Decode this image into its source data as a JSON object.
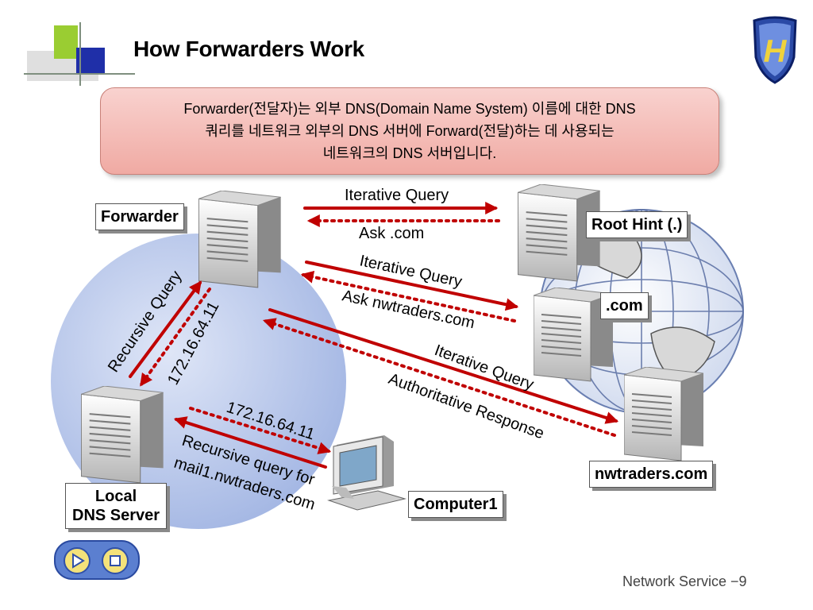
{
  "slide": {
    "title": "How Forwarders Work",
    "description": {
      "line1": "Forwarder(전달자)는 외부 DNS(Domain Name System) 이름에 대한 DNS",
      "line2": "쿼리를 네트워크 외부의 DNS 서버에  Forward(전달)하는 데 사용되는",
      "line3": "네트워크의 DNS 서버입니다."
    },
    "footer": "Network Service −9"
  },
  "nodes": {
    "forwarder": "Forwarder",
    "root_hint": "Root Hint (.)",
    "com": ".com",
    "nwtraders": "nwtraders.com",
    "local_dns_line1": "Local",
    "local_dns_line2": "DNS Server",
    "computer1": "Computer1"
  },
  "arrows": {
    "iterative_query_1": "Iterative Query",
    "ask_com": "Ask .com",
    "iterative_query_2": "Iterative Query",
    "ask_nwtraders": "Ask nwtraders.com",
    "iterative_query_3": "Iterative Query",
    "authoritative_response": "Authoritative Response",
    "recursive_query": "Recursive Query",
    "ip_forwarder": "172.16.64.11",
    "ip_computer": "172.16.64.11",
    "recursive_for_line1": "Recursive query for",
    "recursive_for_line2": "mail1.nwtraders.com"
  },
  "colors": {
    "arrow": "#c00000",
    "circle": "#b8c8ec",
    "description_bg": "#f3b8b2"
  },
  "icons": [
    "server-icon",
    "globe-icon",
    "computer-icon",
    "logo-shield-icon",
    "play-icon",
    "stop-icon"
  ]
}
